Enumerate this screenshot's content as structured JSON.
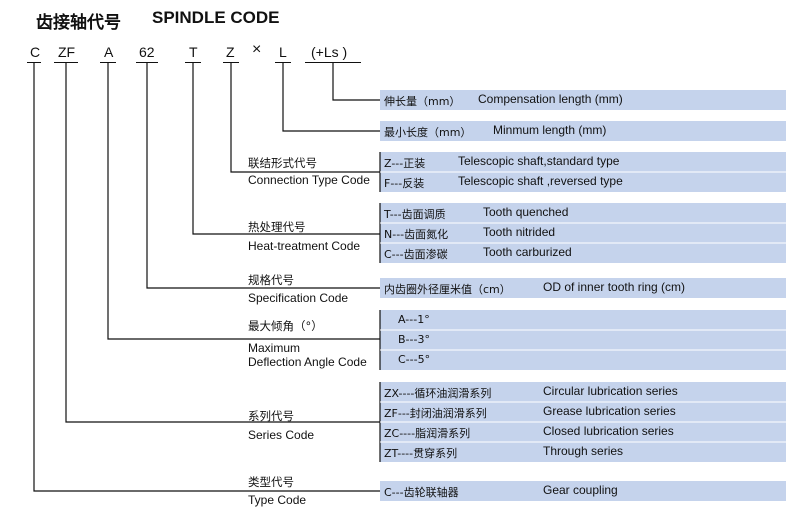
{
  "title": {
    "cn": "齿接轴代号",
    "en": "SPINDLE CODE"
  },
  "code_letters": [
    "C",
    "ZF",
    "A",
    "62",
    "T",
    "Z",
    "×",
    "L",
    "(+Ls )"
  ],
  "sections": [
    {
      "id": "compensation",
      "rows": [
        {
          "cn": "伸长量（mm）",
          "en": "Compensation length (mm)"
        }
      ]
    },
    {
      "id": "min-length",
      "rows": [
        {
          "cn": "最小长度（mm）",
          "en": "Minmum length (mm)"
        }
      ]
    },
    {
      "id": "connection",
      "label_cn": "联结形式代号",
      "label_en": "Connection Type Code",
      "rows": [
        {
          "cn": "Z---正装",
          "en": "Telescopic shaft,standard type"
        },
        {
          "cn": "F---反装",
          "en": "Telescopic shaft ,reversed type"
        }
      ]
    },
    {
      "id": "heat",
      "label_cn": "热处理代号",
      "label_en": "Heat-treatment Code",
      "rows": [
        {
          "cn": "T---齿面调质",
          "en": "Tooth quenched"
        },
        {
          "cn": "N---齿面氮化",
          "en": "Tooth nitrided"
        },
        {
          "cn": "C---齿面渗碳",
          "en": "Tooth carburized"
        }
      ]
    },
    {
      "id": "spec",
      "label_cn": "规格代号",
      "label_en": "Specification Code",
      "rows": [
        {
          "cn": "内齿圈外径厘米值（cm）",
          "en": "OD of inner tooth ring (cm)"
        }
      ]
    },
    {
      "id": "angle",
      "label_cn": "最大倾角（°）",
      "label_en1": "Maximum",
      "label_en2": "Deflection Angle Code",
      "rows": [
        {
          "cn": "A---1°",
          "en": ""
        },
        {
          "cn": "B---3°",
          "en": ""
        },
        {
          "cn": "C---5°",
          "en": ""
        }
      ]
    },
    {
      "id": "series",
      "label_cn": "系列代号",
      "label_en": "Series Code",
      "rows": [
        {
          "cn": "ZX----循环油润滑系列",
          "en": "Circular lubrication series"
        },
        {
          "cn": "ZF---封闭油润滑系列",
          "en": "Grease lubrication series"
        },
        {
          "cn": "ZC----脂润滑系列",
          "en": "Closed lubrication series"
        },
        {
          "cn": "ZT----贯穿系列",
          "en": "Through series"
        }
      ]
    },
    {
      "id": "type",
      "label_cn": "类型代号",
      "label_en": "Type Code",
      "rows": [
        {
          "cn": "C---齿轮联轴器",
          "en": "Gear coupling"
        }
      ]
    }
  ]
}
